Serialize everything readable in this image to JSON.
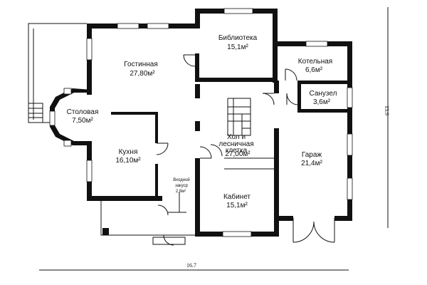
{
  "rooms": [
    {
      "id": "library",
      "name": "Библиотека",
      "area": "15,1м²"
    },
    {
      "id": "living",
      "name": "Гостинная",
      "area": "27,80м²"
    },
    {
      "id": "boiler",
      "name": "Котельная",
      "area": "6,6м²"
    },
    {
      "id": "bathroom",
      "name": "Санузел",
      "area": "3,6м²"
    },
    {
      "id": "dining",
      "name": "Столовая",
      "area": "7,50м²"
    },
    {
      "id": "hall",
      "name_lines": [
        "Хол и",
        "лесничная",
        "клетка"
      ],
      "area": "27,00м²"
    },
    {
      "id": "kitchen",
      "name": "Кухня",
      "area": "16,10м²"
    },
    {
      "id": "garage",
      "name": "Гараж",
      "area": "21,4м²"
    },
    {
      "id": "pantry",
      "name_lines": [
        "Входной",
        "закуср"
      ],
      "area": "2,8м²"
    },
    {
      "id": "office",
      "name": "Кабинет",
      "area": "15,1м²"
    }
  ],
  "dimensions": {
    "width": "16.7",
    "height": "13.9"
  }
}
